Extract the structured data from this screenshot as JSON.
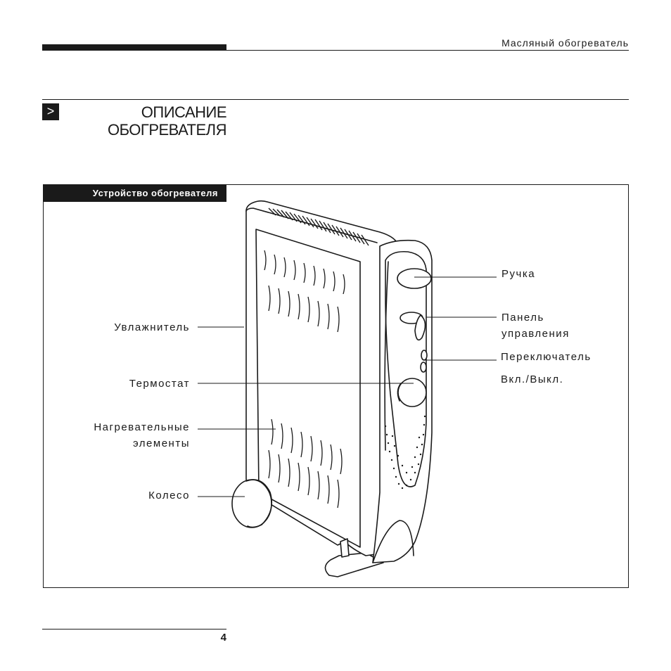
{
  "header": {
    "document_title": "Масляный обогреватель"
  },
  "section": {
    "marker": ">",
    "title_line1": "ОПИСАНИЕ",
    "title_line2": "ОБОГРЕВАТЕЛЯ"
  },
  "figure": {
    "tab_label": "Устройство обогревателя",
    "labels": {
      "handle": "Ручка",
      "control_panel_1": "Панель",
      "control_panel_2": "управления",
      "switch_1": "Переключатель",
      "switch_2": "Вкл./Выкл.",
      "humidifier": "Увлажнитель",
      "thermostat": "Термостат",
      "heating_1": "Нагревательные",
      "heating_2": "элементы",
      "wheel": "Колесо"
    }
  },
  "footer": {
    "page_number": "4"
  }
}
